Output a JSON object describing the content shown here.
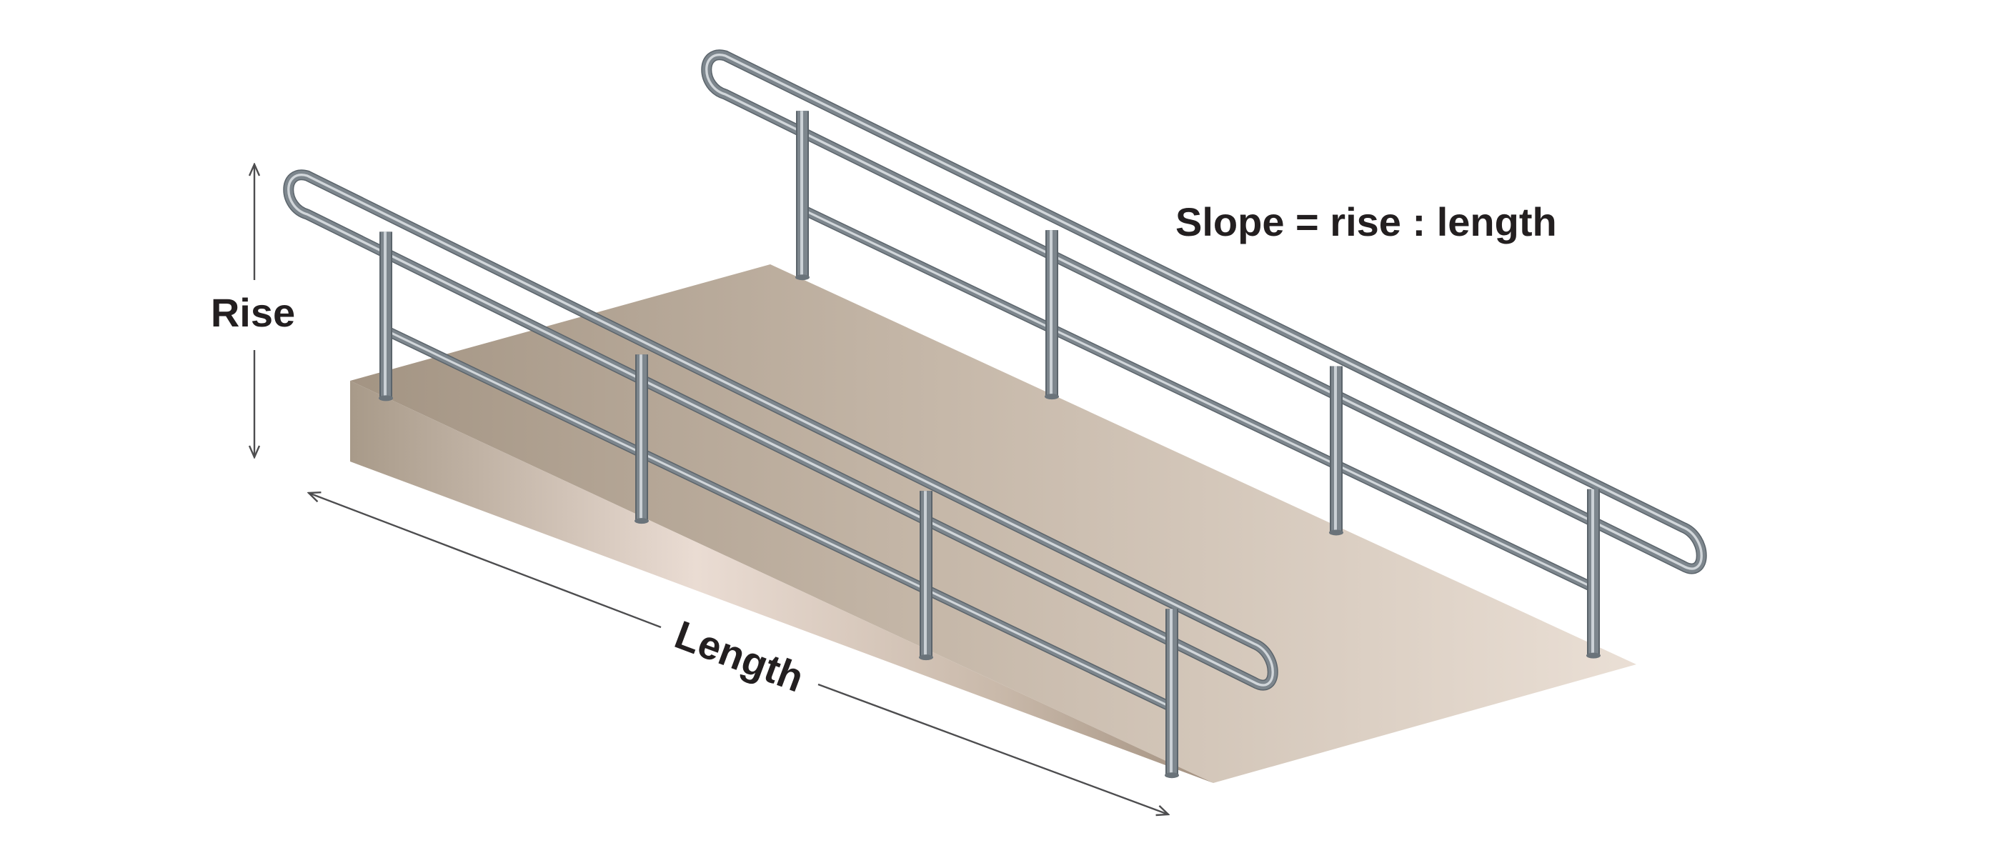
{
  "labels": {
    "rise": "Rise",
    "length": "Length",
    "formula": "Slope = rise : length"
  },
  "colors": {
    "ramp_dark": "#a39483",
    "ramp_light": "#e9ddd4",
    "rail": "#7d868d",
    "rail_highlight": "#dfe4e8",
    "text": "#231f20",
    "arrow": "#4d4d4f"
  }
}
